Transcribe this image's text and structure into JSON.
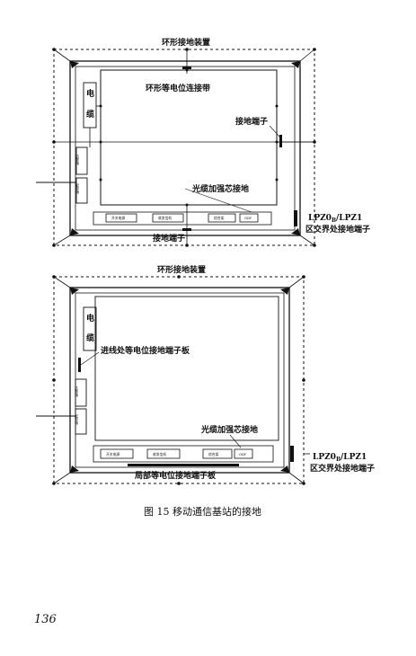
{
  "figure": {
    "caption": "图 15   移动通信基站的接地",
    "page_number": "136"
  },
  "diagram_top": {
    "ring_ground": "环形接地装置",
    "ring_bond": "环形等电位连接带",
    "ground_terminal_right": "接地端子",
    "fiber_core_ground": "光缆加强芯接地",
    "ground_terminal_bottom": "接地端子",
    "boundary_line1": "LPZ0",
    "boundary_sub": "B",
    "boundary_line1b": "/LPZ1",
    "boundary_line2": "区交界处接地端子",
    "cabinet_power": "电",
    "cabinet_cable": "缆",
    "cabinet_arrester": "防雷箱",
    "cabinet_distribution": "配电箱",
    "rack_labels": [
      "开关电源",
      "收发信机",
      "综合架",
      "ODF"
    ]
  },
  "diagram_bottom": {
    "ring_ground": "环形接地装置",
    "entry_terminal_board": "进线处等电位接地端子板",
    "fiber_core_ground": "光缆加强芯接地",
    "local_terminal_board": "局部等电位接地端子板",
    "boundary_line1": "LPZ0",
    "boundary_sub": "B",
    "boundary_line1b": "/LPZ1",
    "boundary_line2": "区交界处接地端子",
    "cabinet_power": "电",
    "cabinet_cable": "缆",
    "cabinet_arrester": "防雷箱",
    "cabinet_distribution": "配电箱",
    "rack_labels": [
      "开关电源",
      "收发信机",
      "综合架",
      "ODF"
    ]
  }
}
